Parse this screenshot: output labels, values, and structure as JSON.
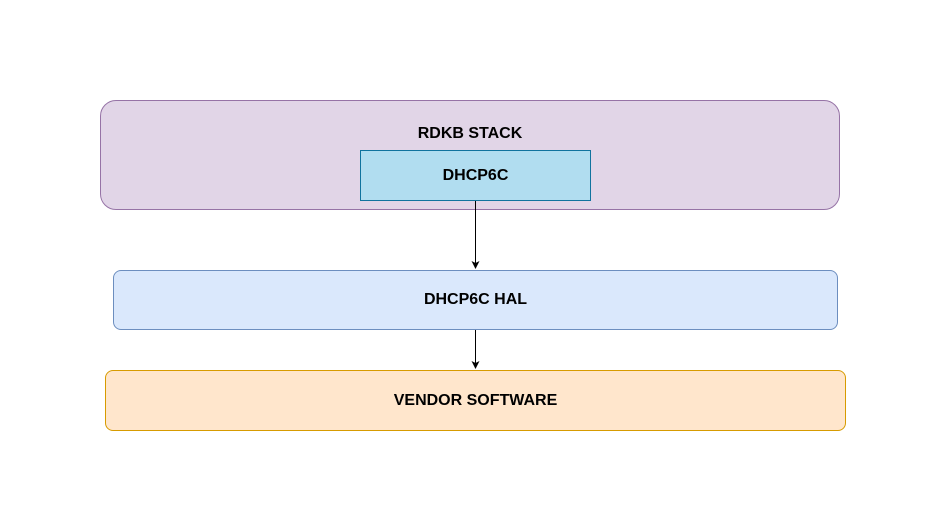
{
  "diagram": {
    "rdkb_stack": {
      "label": "RDKB STACK"
    },
    "dhcp6c": {
      "label": "DHCP6C"
    },
    "dhcp6c_hal": {
      "label": "DHCP6C HAL"
    },
    "vendor_software": {
      "label": "VENDOR SOFTWARE"
    },
    "edges": [
      {
        "from": "DHCP6C",
        "to": "DHCP6C HAL"
      },
      {
        "from": "DHCP6C HAL",
        "to": "VENDOR SOFTWARE"
      }
    ],
    "colors": {
      "rdkb_fill": "#e1d5e7",
      "rdkb_stroke": "#9673a6",
      "dhcp6c_fill": "#b1ddf0",
      "dhcp6c_stroke": "#10739e",
      "hal_fill": "#dae8fc",
      "hal_stroke": "#6c8ebf",
      "vendor_fill": "#ffe6cc",
      "vendor_stroke": "#d79b00",
      "arrow": "#000000"
    }
  }
}
